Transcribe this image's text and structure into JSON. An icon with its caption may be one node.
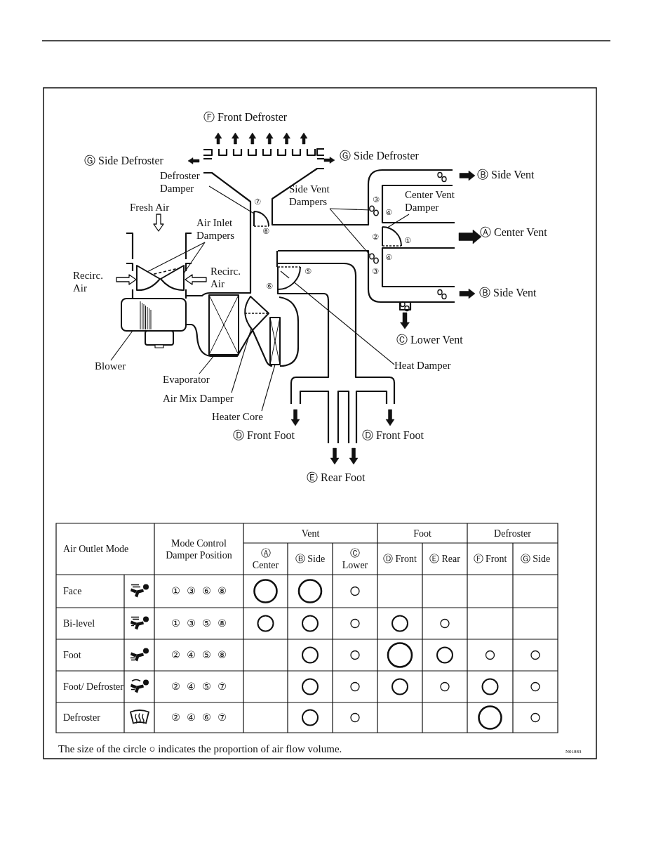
{
  "diagram": {
    "nodes": [
      {
        "text": [
          "Defroster Damper"
        ]
      },
      {
        "text": [],
        "shape": "arc",
        "beside": [
          "⑦",
          "⑧"
        ]
      },
      {
        "text": [
          "Air Inlet Dampers"
        ]
      },
      {
        "text": [],
        "shape": "arc"
      },
      {
        "text": [],
        "shape": "arc"
      },
      {
        "text": [
          "Side Vent Dampers"
        ]
      },
      {
        "text": [],
        "shape": "flap",
        "beside": [
          "③",
          "④"
        ]
      },
      {
        "text": [],
        "shape": "flap",
        "beside": [
          "④",
          "③"
        ]
      },
      {
        "text": [
          "Center Vent Damper"
        ]
      },
      {
        "text": [],
        "shape": "arc",
        "beside": [
          "②",
          "①"
        ]
      },
      {
        "text": [
          "Heat Damper"
        ]
      },
      {
        "text": [],
        "shape": "arc",
        "beside": [
          "⑤",
          "⑥"
        ]
      },
      {
        "text": [
          "Blower"
        ]
      },
      {
        "text": [],
        "shape": "box"
      },
      {
        "text": [
          "Evaporator"
        ]
      },
      {
        "text": [],
        "shape": "box"
      },
      {
        "text": [
          "Air Mix Damper"
        ]
      },
      {
        "text": [],
        "shape": "arc"
      },
      {
        "text": [
          "Heater Core"
        ]
      },
      {
        "text": [],
        "shape": "box"
      }
    ],
    "edges": [
      {
        "from": 0,
        "to": 1,
        "arrow": "none"
      },
      {
        "from": 2,
        "to": 3,
        "arrow": "none"
      },
      {
        "from": 2,
        "to": 4,
        "arrow": "none"
      },
      {
        "from": 5,
        "to": 6,
        "arrow": "none"
      },
      {
        "from": 5,
        "to": 7,
        "arrow": "none"
      },
      {
        "from": 8,
        "to": 9,
        "arrow": "none"
      },
      {
        "from": 10,
        "to": 11,
        "arrow": "none"
      },
      {
        "from": 12,
        "to": 13,
        "arrow": "none"
      },
      {
        "from": 14,
        "to": 15,
        "arrow": "none"
      },
      {
        "from": 16,
        "to": 17,
        "arrow": "none"
      },
      {
        "from": 18,
        "to": 19,
        "arrow": "none"
      },
      {
        "from": null,
        "to": 3,
        "arrow": "to"
      },
      {
        "from": null,
        "to": 4,
        "arrow": "to"
      }
    ],
    "labels": [
      "Ⓕ Front Defroster",
      "Ⓖ Side Defroster",
      "Ⓖ Side Defroster",
      "Ⓑ Side Vent",
      "Fresh Air",
      "Ⓐ Center Vent",
      "Recirc. Air",
      "Recirc. Air",
      "Ⓑ Side Vent",
      "Ⓒ Lower Vent",
      "Ⓓ Front Foot",
      "Ⓓ Front Foot",
      "Ⓔ Rear Foot",
      "Air Outlet Mode",
      "Mode Control Damper Position",
      "Vent",
      "Foot",
      "Defroster",
      "Ⓐ Center",
      "Ⓑ Side",
      "Ⓒ Lower",
      "Ⓓ Front",
      "Ⓔ Rear",
      "Ⓕ Front",
      "Ⓖ Side",
      "Face",
      "① ③ ⑥ ⑧",
      "Bi-level",
      "① ③ ⑤ ⑧",
      "Foot",
      "② ④ ⑤ ⑧",
      "Foot/ Defroster",
      "② ④ ⑤ ⑦",
      "Defroster",
      "② ④ ⑥ ⑦",
      "N01883"
    ],
    "caption": "The size of the circle ○ indicates the proportion of air flow volume."
  }
}
